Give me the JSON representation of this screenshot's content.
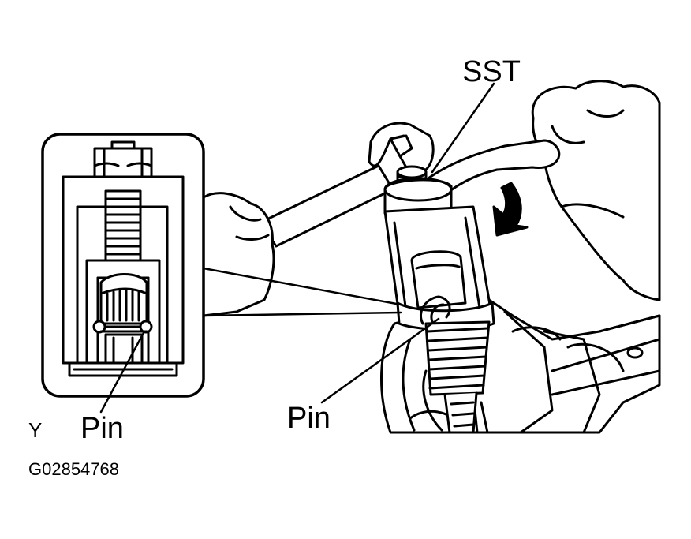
{
  "labels": {
    "sst": "SST",
    "pin_detail": "Pin",
    "pin_main": "Pin",
    "view": "Y",
    "figure_code": "G02854768"
  },
  "colors": {
    "ink": "#000000",
    "paper": "#ffffff"
  }
}
